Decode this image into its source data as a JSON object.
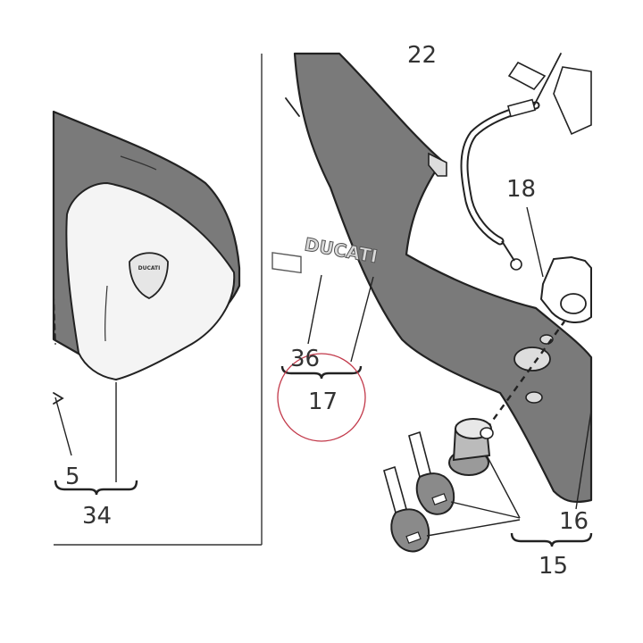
{
  "callouts": {
    "c22": "22",
    "c18": "18",
    "c36": "36",
    "c17": "17",
    "c5": "5",
    "c34": "34",
    "c16": "16",
    "c15": "15"
  },
  "decal_text": "DUCATI",
  "badge_text": "DUCATI",
  "colors": {
    "body_panel": "#7a7a7a",
    "outline": "#222222",
    "highlight_circle": "#c2394a"
  }
}
